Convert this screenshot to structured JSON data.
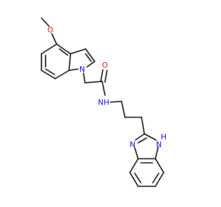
{
  "molecule": {
    "colors": {
      "bond": "#000000",
      "oxygen": "#ff0000",
      "nitrogen": "#0000ff",
      "background": "#ffffff"
    },
    "labels": {
      "methoxy_oxygen": "O",
      "indole_nitrogen": "N",
      "carbonyl_oxygen": "O",
      "amide_nh": "NH",
      "imidazole_nh_n": "N",
      "imidazole_nh_h": "H",
      "imidazole_n": "N"
    }
  }
}
